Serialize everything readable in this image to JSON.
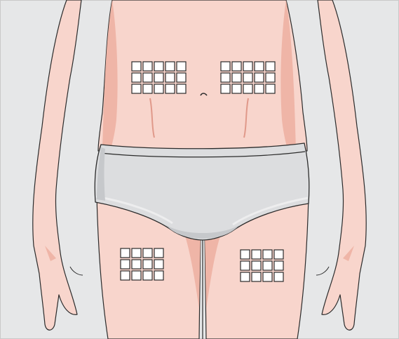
{
  "colors": {
    "background": "#e6e7e8",
    "frame": "#c9c9c9",
    "skin": "#f8d5cc",
    "skin_shadow": "#efb5a7",
    "skin_deep": "#e0998a",
    "outline": "#2b2b2b",
    "underwear": "#dcdddf",
    "underwear_shadow": "#c6c8cb",
    "underwear_trim": "#ededee",
    "site_fill": "#ffffff",
    "site_stroke": "#2b2b2b"
  },
  "injection_sites": [
    {
      "id": "abdomen-left",
      "rows": 3,
      "cols": 5
    },
    {
      "id": "abdomen-right",
      "rows": 3,
      "cols": 5
    },
    {
      "id": "thigh-left",
      "rows": 3,
      "cols": 4
    },
    {
      "id": "thigh-right",
      "rows": 3,
      "cols": 4
    }
  ]
}
